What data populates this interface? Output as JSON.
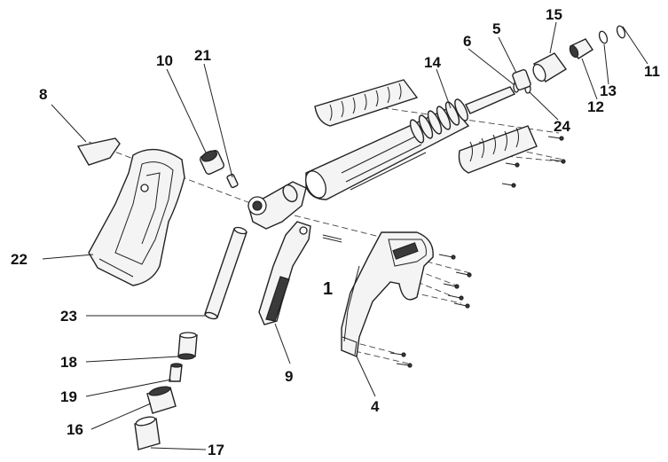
{
  "diagram": {
    "title": "Exploded view - trigger gun assembly",
    "callouts": {
      "p1": "1",
      "p4": "4",
      "p5": "5",
      "p6": "6",
      "p8": "8",
      "p9": "9",
      "p10": "10",
      "p11": "11",
      "p12": "12",
      "p13": "13",
      "p14": "14",
      "p15": "15",
      "p16": "16",
      "p17": "17",
      "p18": "18",
      "p19": "19",
      "p21": "21",
      "p22": "22",
      "p23": "23",
      "p24": "24"
    }
  }
}
